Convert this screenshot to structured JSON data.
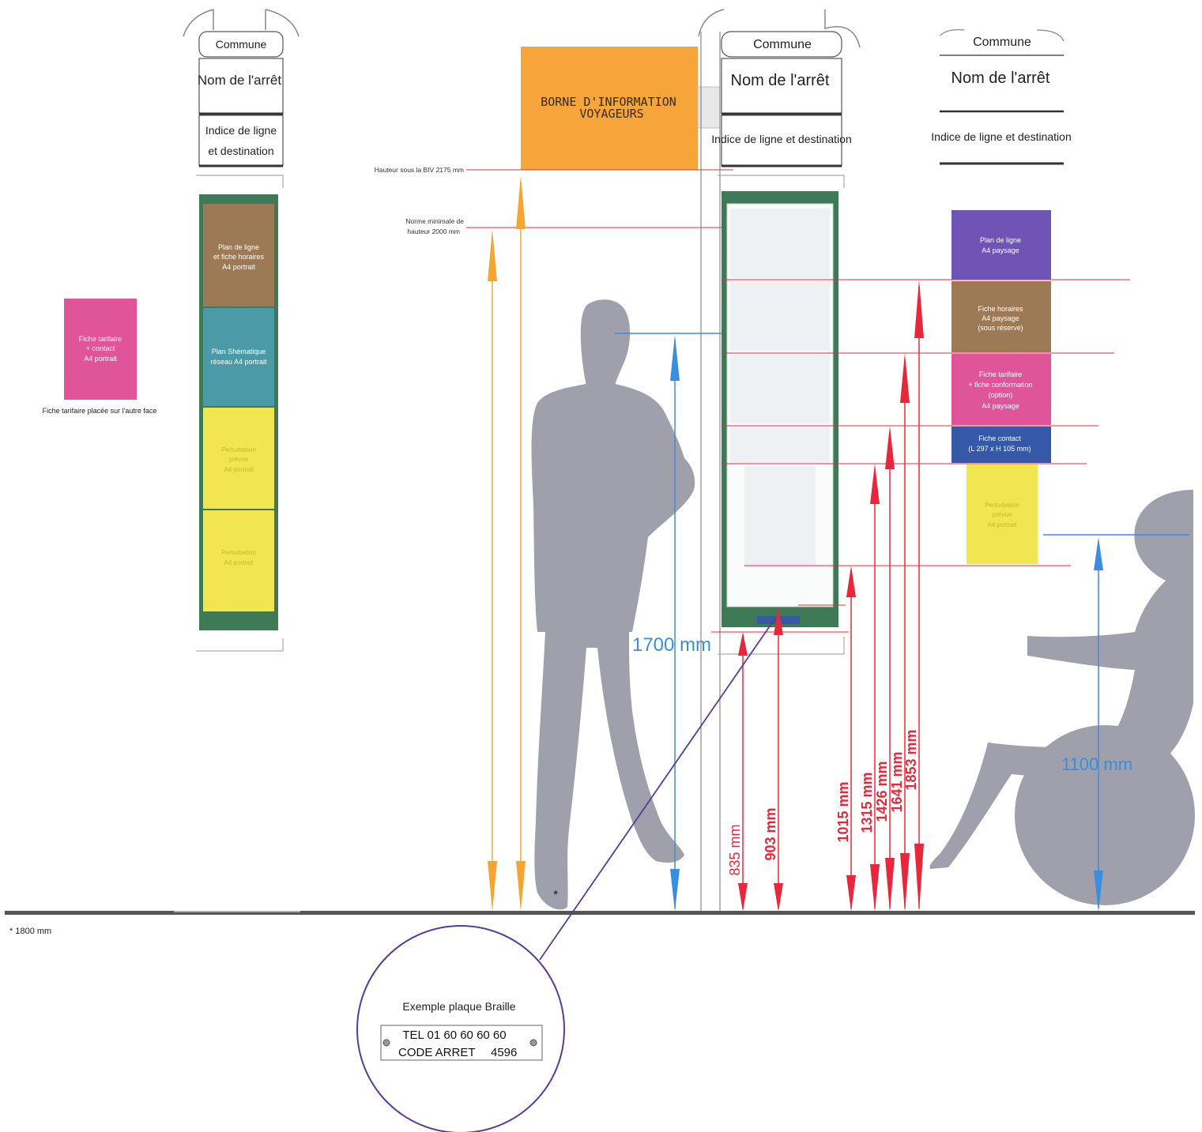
{
  "colors": {
    "orange_bim": "#F5A53A",
    "green_frame": "#3E7A55",
    "brown": "#9C7A56",
    "teal": "#4A9AA8",
    "yellow": "#F2E650",
    "pink": "#E0559A",
    "purple": "#6F53B5",
    "navy": "#3558A8",
    "red_dim": "#E8283A",
    "blue_dim": "#3A8EE0",
    "orange_dim": "#F5A531",
    "silhouette": "#9FA0AB",
    "violet_line": "#5A3A9A"
  },
  "left_post": {
    "commune": "Commune",
    "nom_arret": "Nom de l'arrêt",
    "indice_line1": "Indice de ligne",
    "indice_line2": "et destination",
    "panel1": [
      "Plan de ligne",
      "et fiche horaires",
      "A4 portrait"
    ],
    "panel2": [
      "Plan Shématique",
      "réseau A4 portrait"
    ],
    "panel3": [
      "Perturbation",
      "prévue",
      "A4 portrait"
    ],
    "panel4": [
      "Perturbation",
      "A4 portrait"
    ]
  },
  "left_card": {
    "lines": [
      "Fiche tarifaire",
      "+ contact",
      "A4 portrait"
    ],
    "caption": "Fiche tarifaire placée sur l'autre face"
  },
  "bim": {
    "line1": "BORNE D'INFORMATION",
    "line2": "VOYAGEURS"
  },
  "annotations": {
    "hauteur_biv": "Hauteur sous la BIV 2175 mm",
    "norme_line1": "Norme minimale de",
    "norme_line2": "hauteur 2000 mm"
  },
  "center_post": {
    "commune": "Commune",
    "nom_arret": "Nom de l'arrêt",
    "indice": "Indice de ligne et destination"
  },
  "right_post": {
    "commune": "Commune",
    "nom_arret": "Nom de l'arrêt",
    "indice": "Indice de ligne et destination",
    "box1": [
      "Plan de ligne",
      "A4 paysage"
    ],
    "box2": [
      "Fiche horaires",
      "A4 paysage",
      "(sous réserve)"
    ],
    "box3": [
      "Fiche tarifaire",
      "+ fiche conformation",
      "(option)",
      "A4 paysage"
    ],
    "box4": [
      "Fiche contact",
      "(L 297 x H 105 mm)"
    ],
    "box5": [
      "Perturbation",
      "prévue",
      "A4 portrait"
    ]
  },
  "dimensions": {
    "standing_eye": "1700 mm",
    "wheelchair_eye": "1100 mm",
    "d835": "835 mm",
    "d903": "903 mm",
    "d1015": "1015 mm",
    "d1315": "1315 mm",
    "d1426": "1426 mm",
    "d1641": "1641 mm",
    "d1853": "1853 mm"
  },
  "footnote": "* 1800 mm",
  "asterisk": "*",
  "braille": {
    "title": "Exemple plaque Braille",
    "tel": "TEL 01 60 60 60 60",
    "code_label": "CODE ARRET",
    "code_value": "4596"
  }
}
